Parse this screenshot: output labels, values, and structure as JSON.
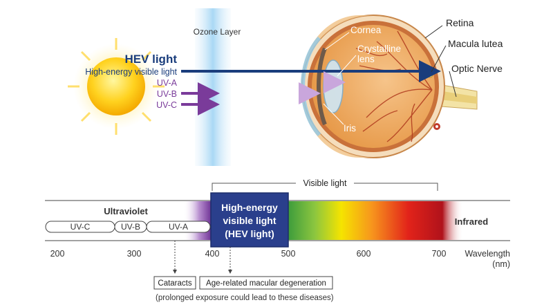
{
  "ozone_label": "Ozone Layer",
  "rays": {
    "hev_title": "HEV light",
    "hev_subtitle": "High-energy visible light",
    "uva": "UV-A",
    "uvb": "UV-B",
    "uvc": "UV-C"
  },
  "eye_labels": {
    "cornea": "Cornea",
    "crystalline_1": "Crystalline",
    "crystalline_2": "lens",
    "iris": "Iris",
    "retina": "Retina",
    "macula": "Macula lutea",
    "optic": "Optic Nerve"
  },
  "spectrum": {
    "visible_light": "Visible light",
    "ultraviolet": "Ultraviolet",
    "infrared": "Infrared",
    "uv_bands": [
      "UV-C",
      "UV-B",
      "UV-A"
    ],
    "hev_box": [
      "High-energy",
      "visible light",
      "(HEV light)"
    ],
    "ticks": [
      "200",
      "300",
      "400",
      "500",
      "600",
      "700"
    ],
    "axis_label_1": "Wavelength",
    "axis_label_2": "(nm)"
  },
  "diseases": {
    "cataracts": "Cataracts",
    "amd": "Age-related macular degeneration",
    "note": "(prolonged exposure could lead to these diseases)"
  },
  "colors": {
    "hev_blue": "#1a3d7c",
    "uv_purple": "#7a3b9a",
    "sun": "#ffd21f",
    "ozone": "#bfe2f7"
  }
}
